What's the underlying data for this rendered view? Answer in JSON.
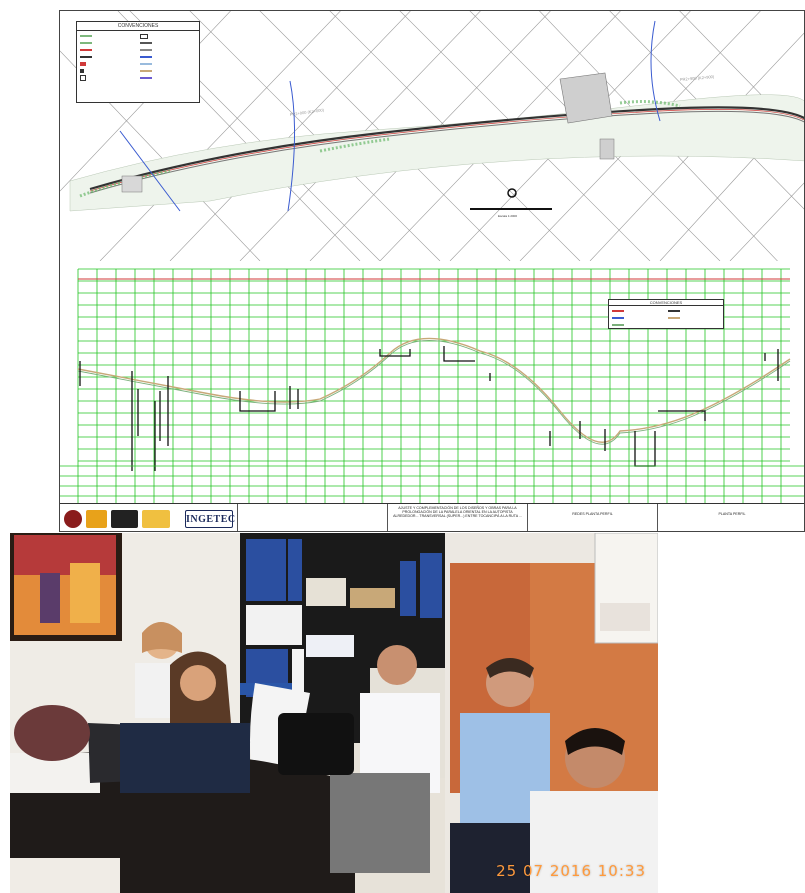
{
  "plan": {
    "legend_title": "CONVENCIONES",
    "legend_items": [
      "",
      "",
      "",
      "",
      "",
      "",
      "",
      "",
      "",
      "",
      "",
      "",
      "",
      ""
    ],
    "pr_label_left": "PR2+000 (K2+000)",
    "pr_label_right": "PR2+900 (K2+900)",
    "scale_label": "Escala 1:2000"
  },
  "profile": {
    "legend_title": "CONVENCIONES",
    "legend_items": [
      "",
      "",
      "",
      "",
      ""
    ]
  },
  "title_block": {
    "logos": [
      "",
      "",
      "",
      "",
      "",
      "INGETEC"
    ],
    "project_title": "AJUSTE Y COMPLEMENTACIÓN DE LOS DISEÑOS Y OBRAS PARA LA PROLONGACIÓN DE LA PARALELA ORIENTAL EN LA AUTOPISTA ALREDEDOR... TRANSVERSAL (SUPER...) ENTRE TOCANCIPÁ A LA RUTA ...",
    "cell_center": "REDES PLANTA PERFIL",
    "cell_right": "PLANTA PERFIL"
  },
  "photo": {
    "timestamp": "25 07 2016  10:33"
  },
  "colors": {
    "grid_green": "#22c422",
    "road_dark": "#333333",
    "alignment_red": "#d03a3a",
    "terrain_tan": "#c8a878",
    "timestamp_orange": "#ff9a3c"
  }
}
